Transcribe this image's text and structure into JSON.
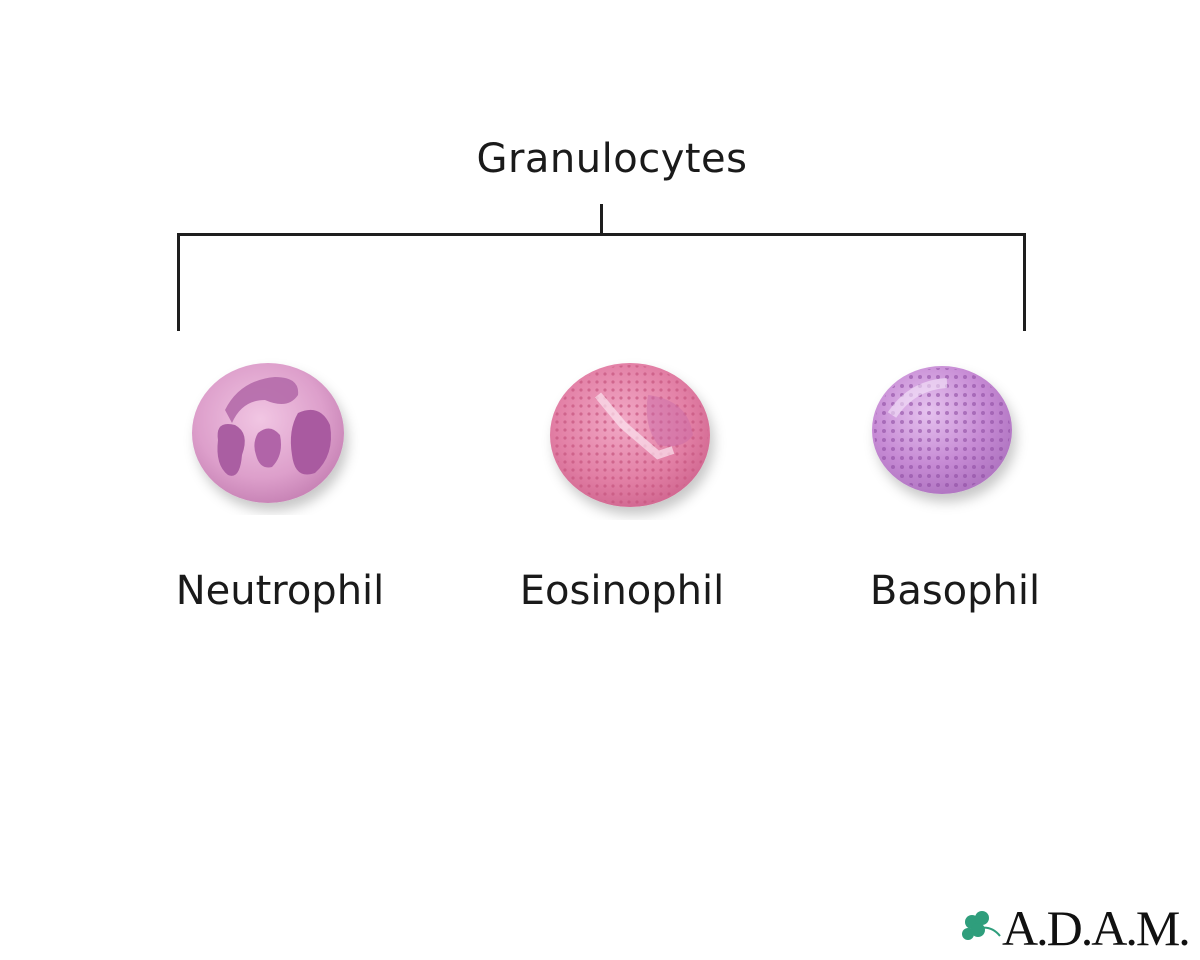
{
  "diagram": {
    "title": "Granulocytes",
    "cells": [
      {
        "name": "Neutrophil",
        "color": "#d79bc9",
        "nucleus_color": "#b164a8"
      },
      {
        "name": "Eosinophil",
        "color": "#e27fa5",
        "granule_color": "#c7567f"
      },
      {
        "name": "Basophil",
        "color": "#c68ad4",
        "granule_color": "#8f4da3"
      }
    ]
  },
  "logo": {
    "text": "A.D.A.M.",
    "icon": "leaf-icon",
    "color": "#2f9e7c"
  }
}
